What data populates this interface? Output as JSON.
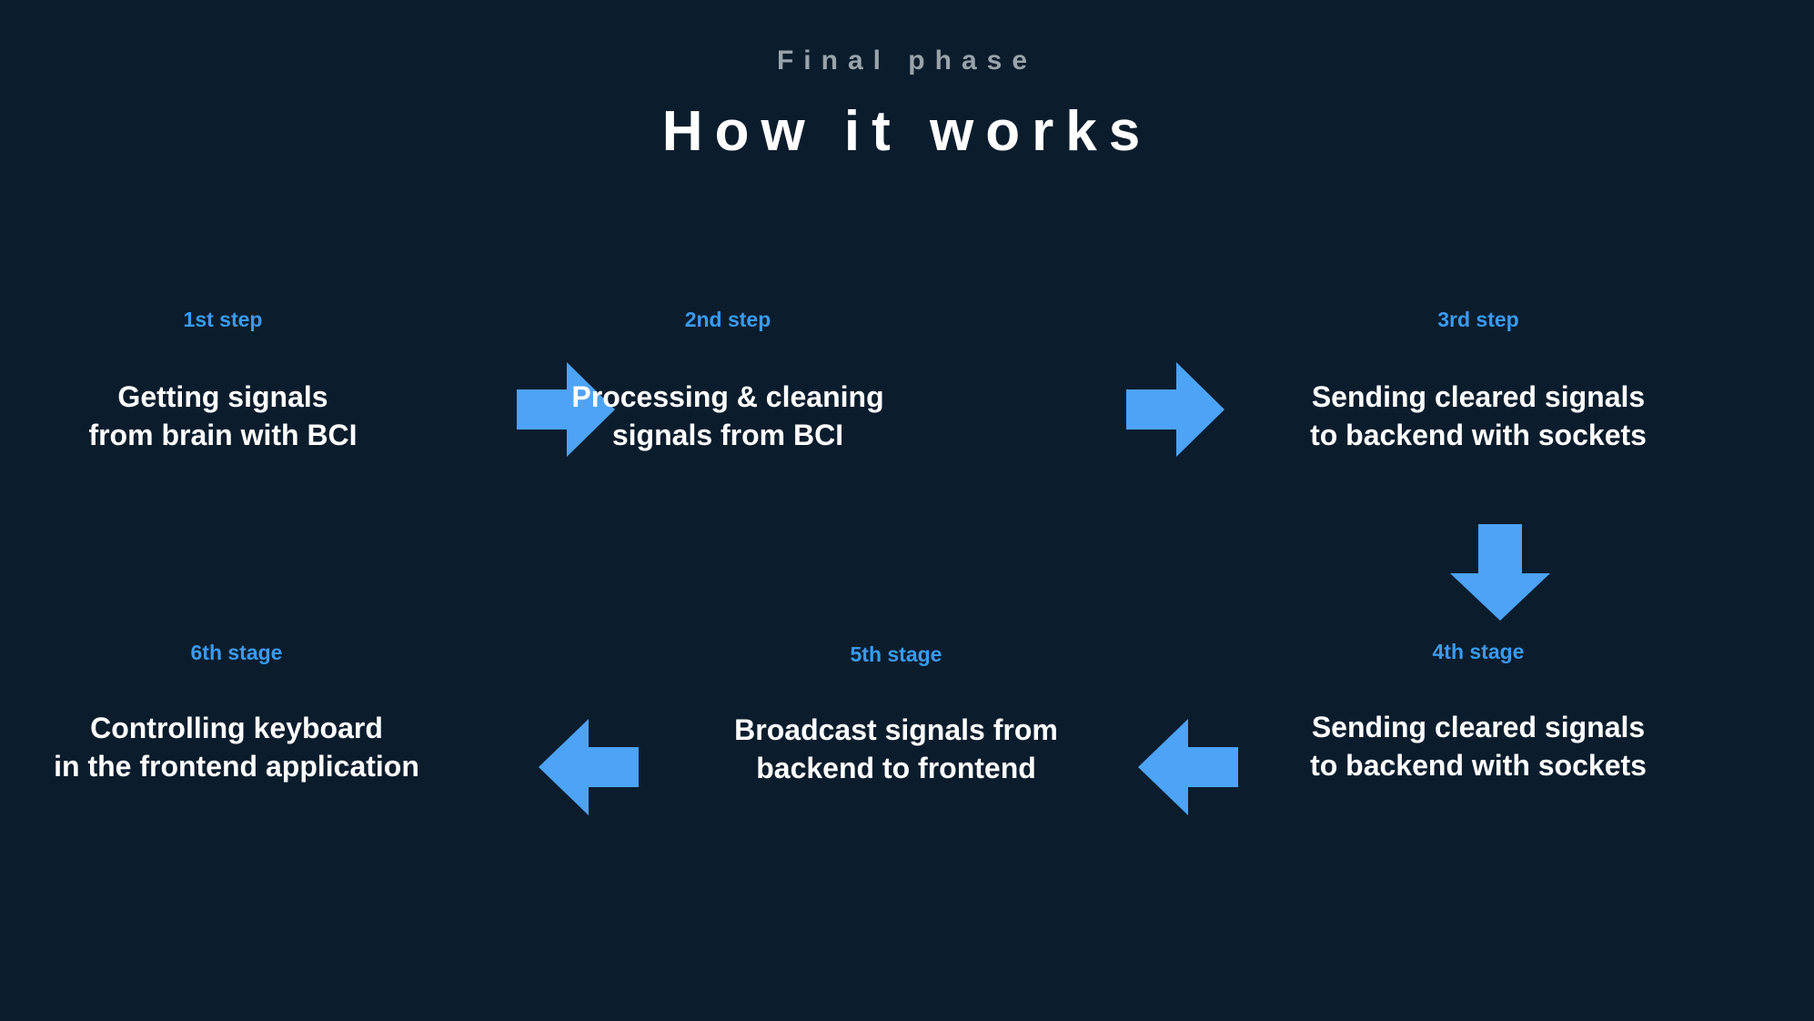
{
  "header": {
    "eyebrow": "Final phase",
    "title": "How it works"
  },
  "colors": {
    "background": "#0b1d2d",
    "accent_blue": "#3b9af0",
    "arrow_blue": "#4da3f5",
    "text_white": "#ffffff",
    "eyebrow_gray": "#98a3ab"
  },
  "steps": [
    {
      "label": "1st step",
      "line1": "Getting signals",
      "line2": "from brain with BCI"
    },
    {
      "label": "2nd step",
      "line1": "Processing & cleaning",
      "line2": "signals from BCI"
    },
    {
      "label": "3rd step",
      "line1": "Sending cleared signals",
      "line2": "to backend with sockets"
    },
    {
      "label": "4th stage",
      "line1": "Sending cleared signals",
      "line2": "to backend with sockets"
    },
    {
      "label": "5th stage",
      "line1": "Broadcast signals from",
      "line2": "backend to frontend"
    },
    {
      "label": "6th stage",
      "line1": "Controlling keyboard",
      "line2": "in the frontend application"
    }
  ],
  "arrows": [
    {
      "name": "arrow-right-step1-to-step2",
      "direction": "right"
    },
    {
      "name": "arrow-right-step2-to-step3",
      "direction": "right"
    },
    {
      "name": "arrow-down-step3-to-step4",
      "direction": "down"
    },
    {
      "name": "arrow-left-step4-to-step5",
      "direction": "left"
    },
    {
      "name": "arrow-left-step5-to-step6",
      "direction": "left"
    }
  ]
}
